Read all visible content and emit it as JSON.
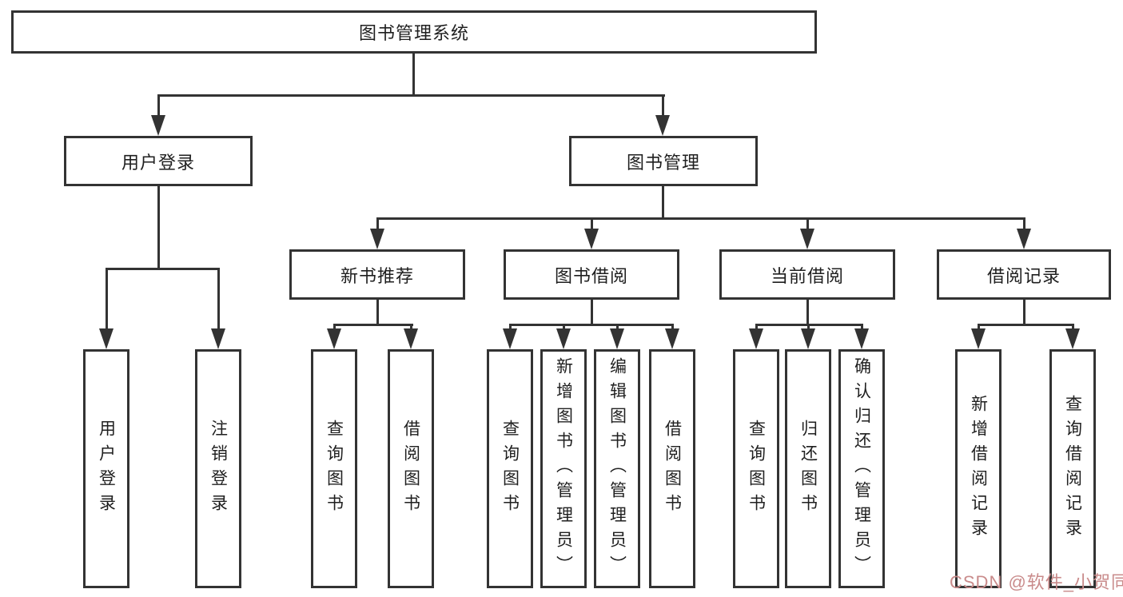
{
  "diagram": {
    "root": "图书管理系统",
    "user_login": {
      "label": "用户登录",
      "children": [
        "用户登录",
        "注销登录"
      ]
    },
    "book_mgmt": {
      "label": "图书管理",
      "new_book_rec": {
        "label": "新书推荐",
        "children": [
          "查询图书",
          "借阅图书"
        ]
      },
      "book_borrow": {
        "label": "图书借阅",
        "children": [
          "查询图书",
          "新增图书（管理员）",
          "编辑图书（管理员）",
          "借阅图书"
        ]
      },
      "current_borrow": {
        "label": "当前借阅",
        "children": [
          "查询图书",
          "归还图书",
          "确认归还（管理员）"
        ]
      },
      "borrow_record": {
        "label": "借阅记录",
        "children": [
          "新增借阅记录",
          "查询借阅记录"
        ]
      }
    },
    "watermark": {
      "text": "CSDN @软件_小贺同学",
      "color": "#c98b8b"
    },
    "colors": {
      "line": "#333333",
      "box_border": "#333333",
      "text": "#1f1f1f",
      "background": "#ffffff"
    }
  }
}
